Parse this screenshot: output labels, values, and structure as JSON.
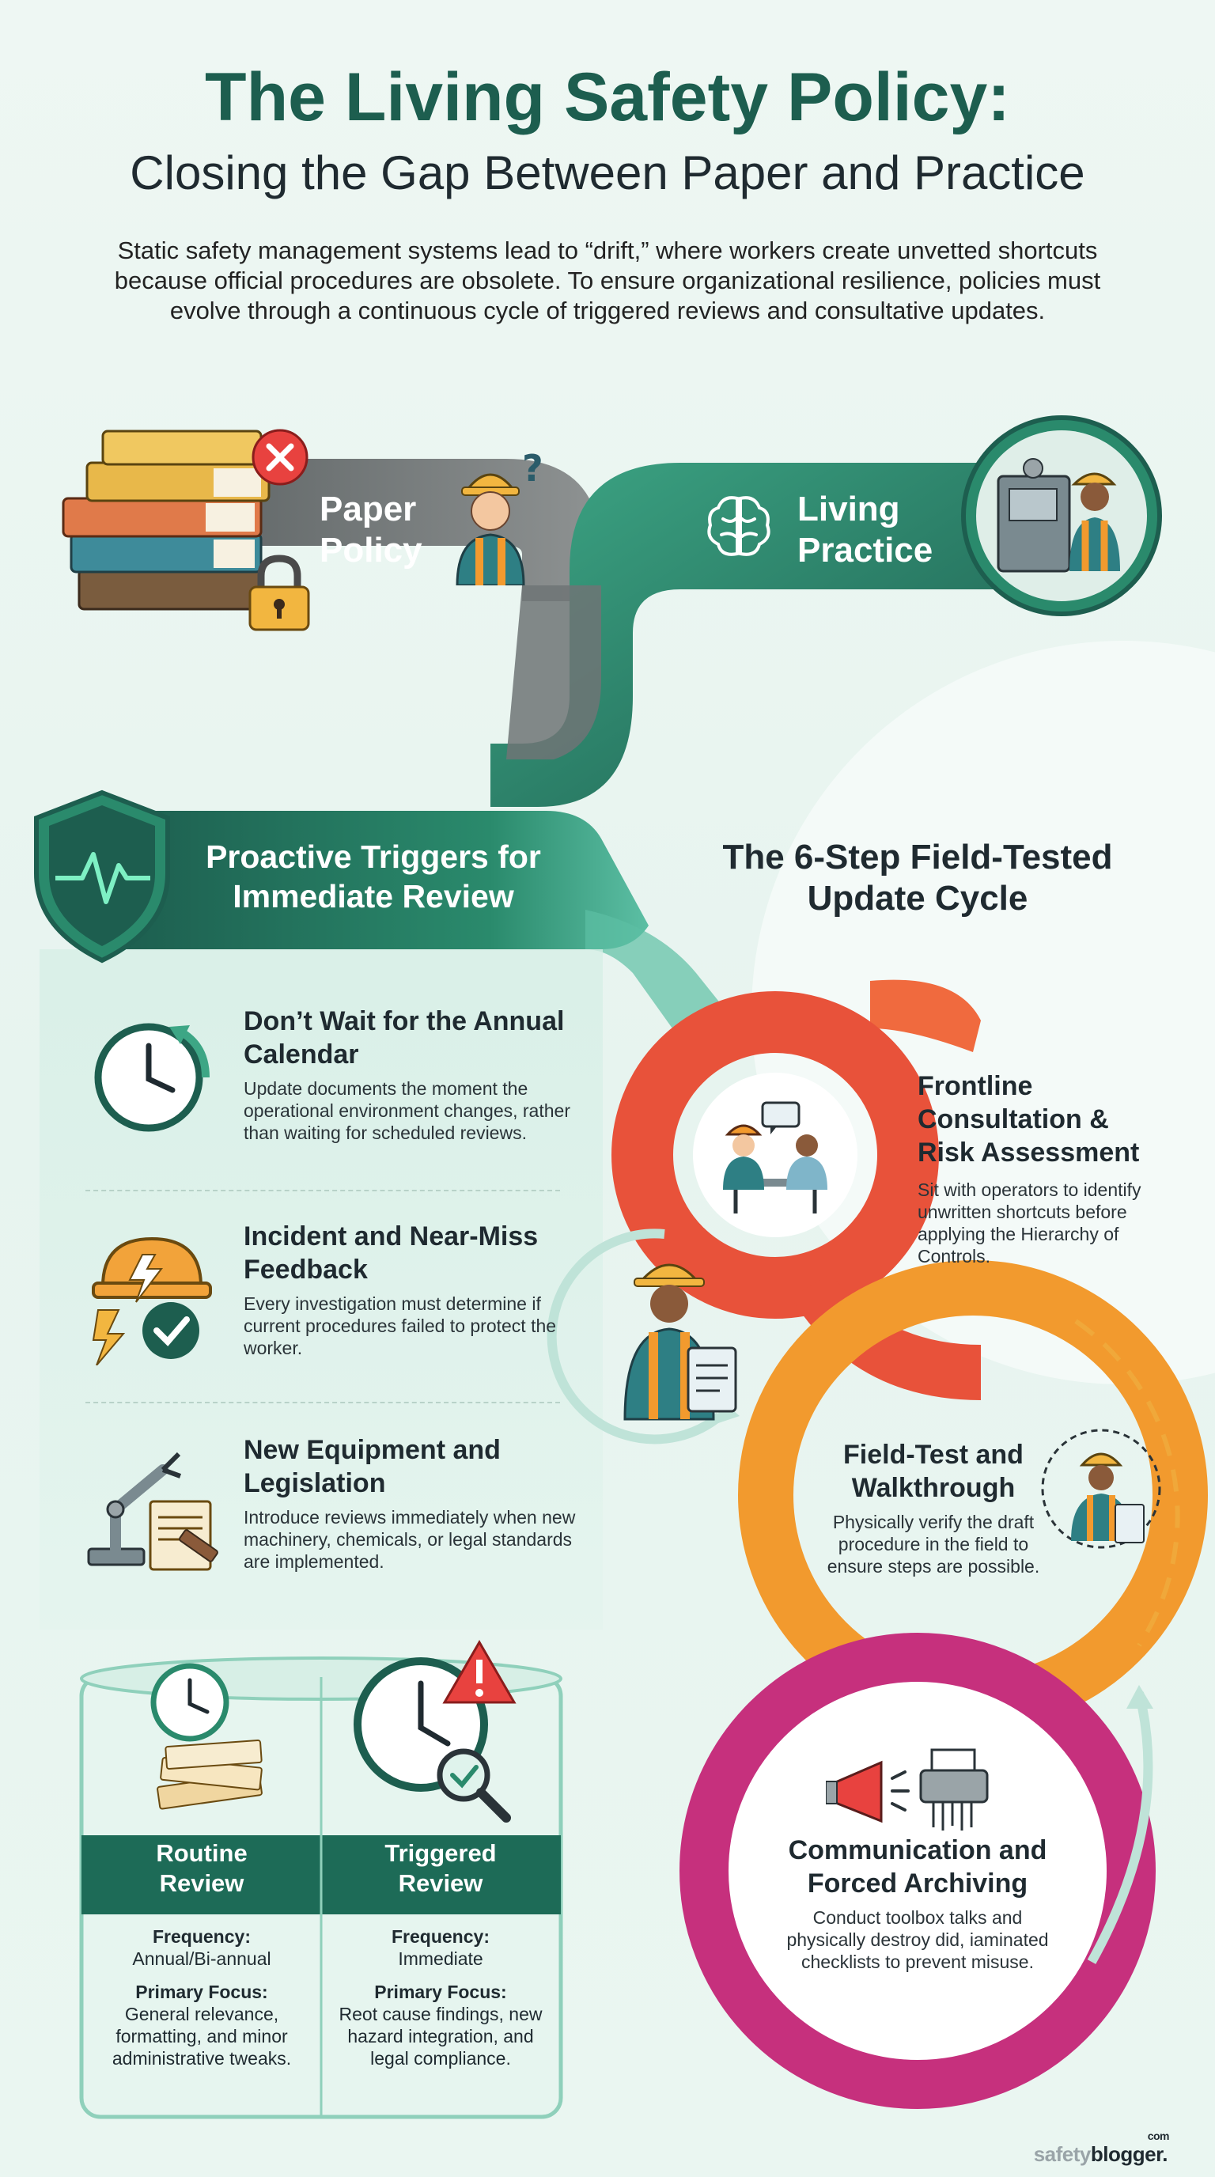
{
  "header": {
    "title": "The Living Safety Policy:",
    "subtitle": "Closing the Gap Between Paper and Practice",
    "intro": "Static safety management systems lead to “drift,” where workers create unvetted shortcuts because official procedures are obsolete. To ensure organizational resilience, policies must evolve through a continuous cycle of triggered reviews and consultative updates."
  },
  "paper_policy": {
    "label_line1": "Paper",
    "label_line2": "Policy",
    "icons": [
      "binders-icon",
      "x-mark-icon",
      "padlock-icon",
      "confused-worker-icon"
    ]
  },
  "living_practice": {
    "label_line1": "Living",
    "label_line2": "Practice",
    "icons": [
      "brain-icon",
      "machine-operator-icon"
    ]
  },
  "triggers": {
    "heading_line1": "Proactive Triggers for",
    "heading_line2": "Immediate Review",
    "items": [
      {
        "title": "Don’t Wait for the Annual Calendar",
        "text": "Update documents the moment the operational environment changes, rather than waiting for scheduled reviews.",
        "icon": "clock-refresh-icon"
      },
      {
        "title": "Incident and Near-Miss Feedback",
        "text": "Every investigation must determine if current procedures failed to protect the worker.",
        "icon": "hardhat-check-icon"
      },
      {
        "title": "New Equipment and Legislation",
        "text": "Introduce reviews immediately when new machinery, chemicals, or legal standards are implemented.",
        "icon": "robot-arm-gavel-icon"
      }
    ]
  },
  "cycle": {
    "heading_line1": "The 6-Step Field-Tested",
    "heading_line2": "Update Cycle",
    "steps": [
      {
        "title_line1": "Frontline",
        "title_line2": "Consultation &",
        "title_line3": "Risk Assessment",
        "text": "Sit with operators to identify unwritten shortcuts before applying the Hierarchy of Controls.",
        "color": "#e8523a",
        "icon": "consultation-icon"
      },
      {
        "title_line1": "Field-Test and",
        "title_line2": "Walkthrough",
        "text": "Physically verify the draft procedure in the field to ensure steps are possible.",
        "color": "#f29a2e",
        "icon": "clipboard-worker-icon"
      },
      {
        "title_line1": "Communication and",
        "title_line2": "Forced Archiving",
        "text": "Conduct toolbox talks and physically destroy did, iaminated checklists to prevent misuse.",
        "color": "#c6307d",
        "icon": "megaphone-shredder-icon"
      }
    ]
  },
  "comparison": {
    "columns": [
      {
        "header_line1": "Routine",
        "header_line2": "Review",
        "freq_label": "Frequency:",
        "freq_value": "Annual/Bi-annual",
        "focus_label": "Primary Focus:",
        "focus_value": "General relevance, formatting, and minor administrative tweaks.",
        "icon": "clock-papers-icon"
      },
      {
        "header_line1": "Triggered",
        "header_line2": "Review",
        "freq_label": "Frequency:",
        "freq_value": "Immediate",
        "focus_label": "Primary Focus:",
        "focus_value": "Reot cause findings, new hazard integration, and legal compliance.",
        "icon": "clock-alert-icon"
      }
    ]
  },
  "brand": {
    "part1": "safety",
    "part2": "blogger.",
    "sup": "com"
  },
  "colors": {
    "teal_dark": "#1d5e4f",
    "teal": "#2a8a6c",
    "gray_ribbon": "#6b6f70",
    "red": "#e8523a",
    "orange": "#f29a2e",
    "magenta": "#c6307d"
  }
}
